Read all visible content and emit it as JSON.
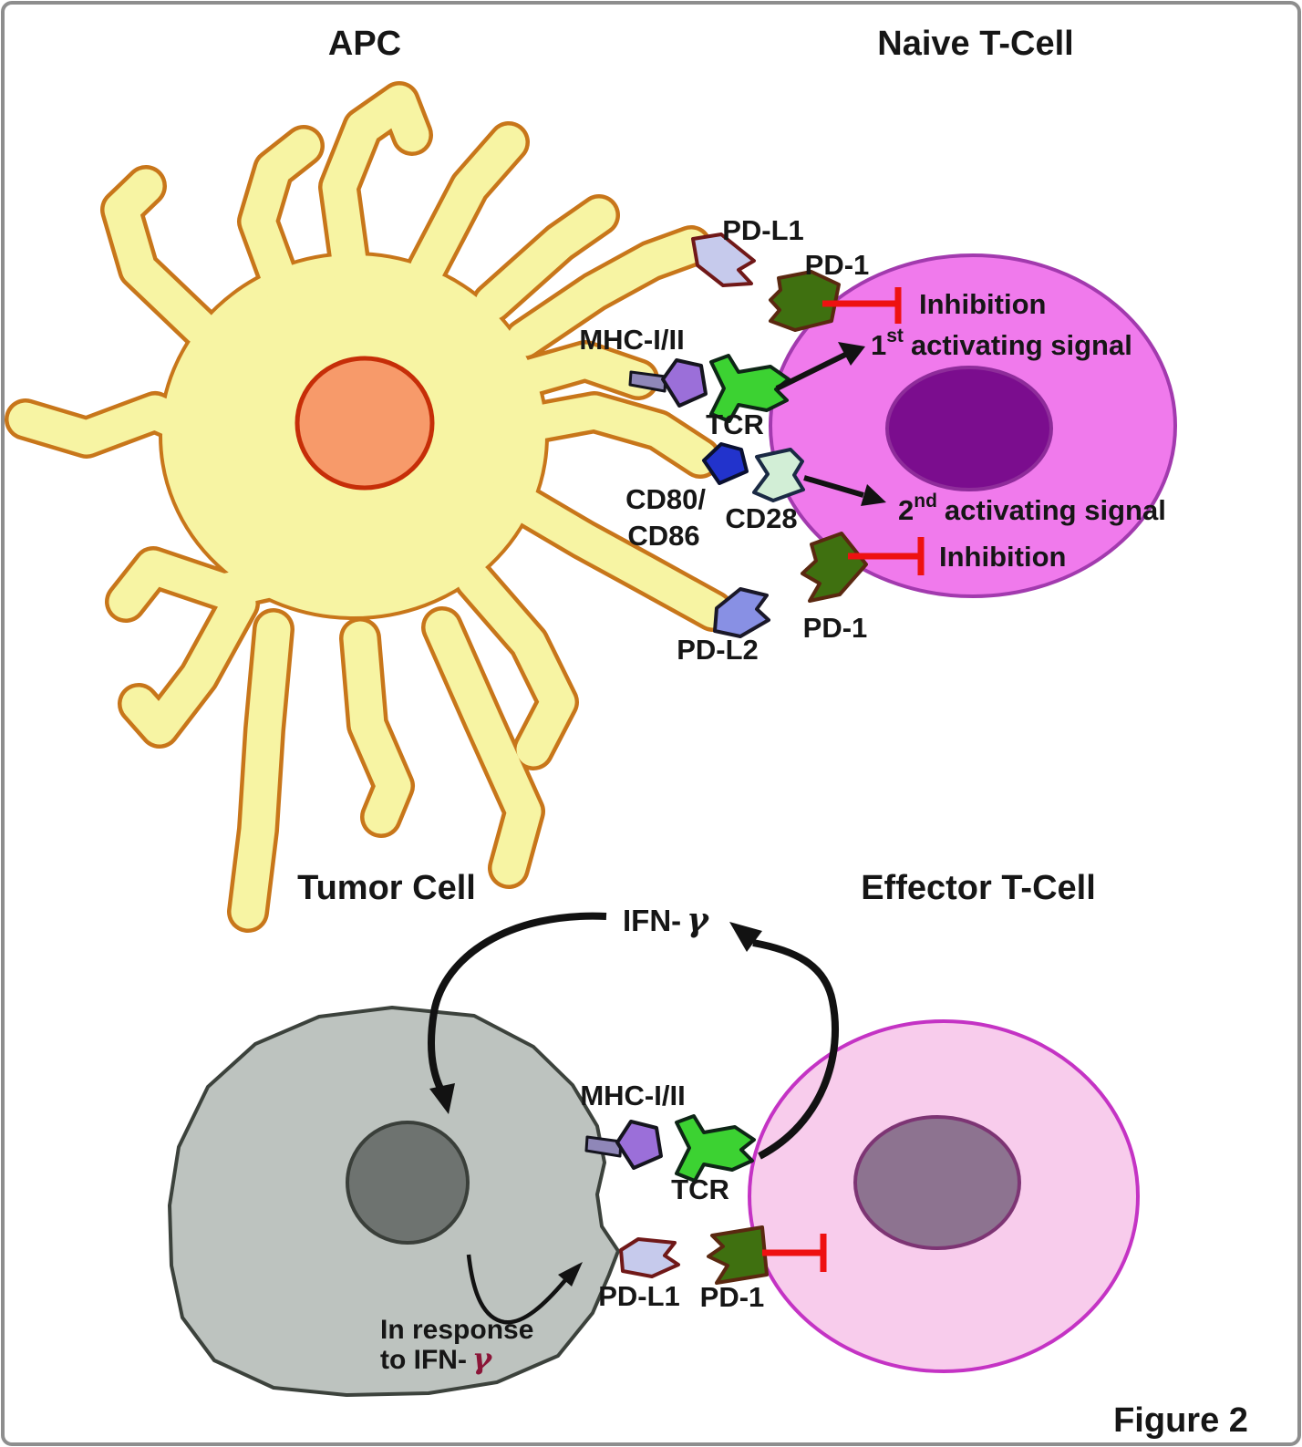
{
  "figure_label": "Figure 2",
  "colors": {
    "apc_body": "#F7F4A3",
    "apc_outline": "#C8761A",
    "apc_nucleus": "#F79A6A",
    "apc_nucleus_outline": "#C62E08",
    "naive_body": "#F07AEC",
    "naive_outline": "#A23AAE",
    "naive_nucleus": "#7B0D8E",
    "tumor_body": "#BDC3BF",
    "tumor_outline": "#3C423C",
    "tumor_nucleus": "#6E7370",
    "effector_body": "#F8CCEC",
    "effector_outline": "#C433C4",
    "effector_nucleus": "#8D7390",
    "tcr_green": "#3CD232",
    "mhc_purple": "#9B6FD9",
    "mhc_stem": "#8F87B8",
    "cd80_blue": "#2233CC",
    "cd28_mint": "#D2EED6",
    "pdl1_lavender": "#C6CAEC",
    "pdl2_periwinkle": "#8890E4",
    "pd1_dark_green": "#3F7010",
    "inhibition_red": "#EE1111",
    "arrow_black": "#121212",
    "gamma_dark_red": "#8B1538"
  },
  "top_panel": {
    "apc_label": "APC",
    "tcell_label": "Naive T-Cell",
    "labels": {
      "pdl1": "PD-L1",
      "pd1_upper": "PD-1",
      "inhibition_upper": "Inhibition",
      "mhc": "MHC-I/II",
      "tcr": "TCR",
      "signal1_num": "1",
      "signal1_sup": "st",
      "signal1_rest": "activating signal",
      "cd80": "CD80/",
      "cd86": "CD86",
      "cd28": "CD28",
      "signal2_num": "2",
      "signal2_sup": "nd",
      "signal2_rest": "activating signal",
      "inhibition_lower": "Inhibition",
      "pdl2": "PD-L2",
      "pd1_lower": "PD-1"
    }
  },
  "bottom_panel": {
    "tumor_label": "Tumor Cell",
    "tcell_label": "Effector T-Cell",
    "labels": {
      "ifn_prefix": "IFN-",
      "ifn_gamma": "γ",
      "mhc": "MHC-I/II",
      "tcr": "TCR",
      "pdl1": "PD-L1",
      "pd1": "PD-1",
      "response_line1": "In response",
      "response_prefix": "to IFN-",
      "response_gamma": "γ"
    }
  }
}
